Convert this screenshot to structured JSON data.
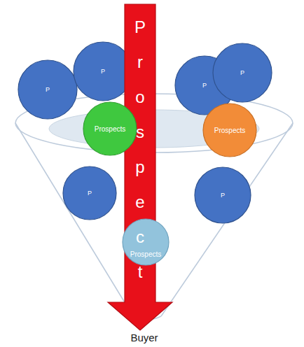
{
  "diagram": {
    "nodes": [
      {
        "text": [
          "P"
        ]
      },
      {
        "text": [
          "P"
        ]
      },
      {
        "text": [
          "Prospect"
        ]
      },
      {
        "text": [
          "P"
        ]
      },
      {
        "text": [
          "P"
        ]
      },
      {
        "text": [
          "Prospects"
        ]
      },
      {
        "text": [
          "Prospects"
        ]
      },
      {
        "text": [
          "P"
        ]
      },
      {
        "text": [
          "P"
        ]
      },
      {
        "text": [
          "Prospects"
        ]
      }
    ],
    "labels": [
      "Buyer"
    ]
  }
}
